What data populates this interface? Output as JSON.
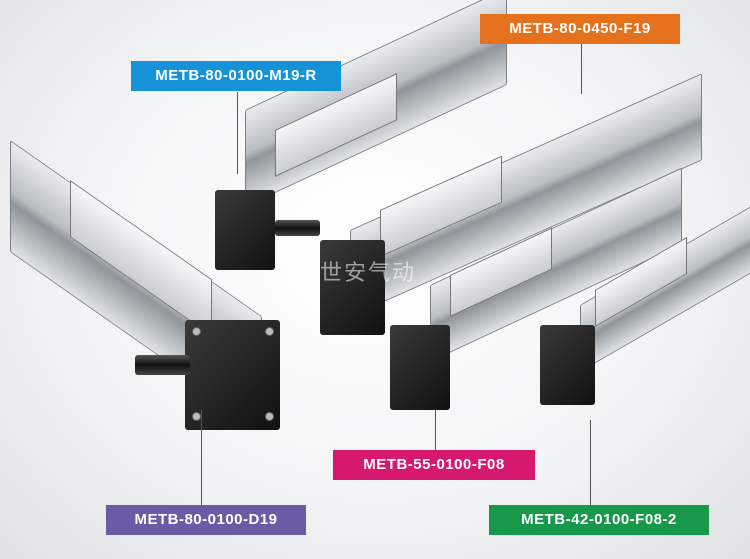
{
  "labels": [
    {
      "text": "METB-80-0450-F19",
      "color": "#e5711d"
    },
    {
      "text": "METB-80-0100-M19-R",
      "color": "#1592d8"
    },
    {
      "text": "METB-80-0100-D19",
      "color": "#6b5aa6"
    },
    {
      "text": "METB-55-0100-F08",
      "color": "#d6186f"
    },
    {
      "text": "METB-42-0100-F08-2",
      "color": "#17984a"
    }
  ],
  "watermark": "世安气动"
}
